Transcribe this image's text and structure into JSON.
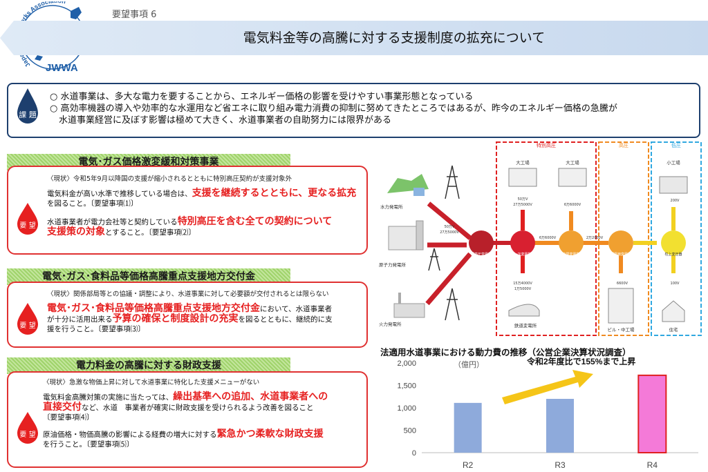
{
  "header": {
    "logo_text": "JWWA",
    "logo_arc_text": "Japan Water Works Association",
    "label": "要望事項 6",
    "title": "電気料金等の高騰に対する支援制度の拡充について"
  },
  "issue": {
    "badge": "課 題",
    "lines": [
      "○ 水道事業は、多大な電力を要することから、エネルギー価格の影響を受けやすい事業形態となっている",
      "○ 高効率機器の導入や効率的な水運用など省エネに取り組み電力消費の抑制に努めてきたところではあるが、昨今のエネルギー価格の急騰が",
      "　水道事業経営に及ぼす影響は極めて大きく、水道事業者の自助努力には限界がある"
    ]
  },
  "badges": {
    "request": "要 望"
  },
  "section1": {
    "header": "電気･ガス価格激変緩和対策事業",
    "status": "〈現状〉令和5年9月以降国の支援が縮小されるとともに特別高圧契約が支援対象外",
    "r1_pre": "電気料金が高い水準で推移している場合は、",
    "r1_hl": "支援を継続するとともに、更なる拡充",
    "r1_post": "を図ること。〔要望事項⑴〕",
    "r2_pre": "水道事業者が電力会社等と契約している",
    "r2_hl1": "特別高圧を含む全ての契約について",
    "r2_hl2": "支援策の対象",
    "r2_post": "とすること。〔要望事項⑵〕"
  },
  "section2": {
    "header": "電気･ガス･食料品等価格高騰重点支援地方交付金",
    "status": "〈現状〉関係部局等との協議・調整により、水道事業に対して必要額が交付されるとは限らない",
    "hl1": "電気･ガス･食料品等価格高騰重点支援地方交付金",
    "t1": "において、水道事業者",
    "t2": "が十分に活用出来る",
    "hl2": "予算の確保と制度設計の充実",
    "t3": "を図るとともに、継続的に支",
    "t4": "援を行うこと。〔要望事項⑶〕"
  },
  "section3": {
    "header": "電力料金の高騰に対する財政支援",
    "status": "〈現状〉急激な物価上昇に対して水道事業に特化した支援メニューがない",
    "r1_pre": "電気料金高騰対策の実施に当たっては、",
    "r1_hl1": "繰出基準への追加、水道事業者への",
    "r1_hl2": "直接交付",
    "r1_mid": "など、水道　事業者が確実に財政支援を受けられるよう改善を図ること",
    "r1_post": "〔要望事項⑷〕",
    "r2_pre": "原油価格・物価高騰の影響による経費の増大に対する",
    "r2_hl": "緊急かつ柔軟な財政支援",
    "r2_post": "を行うこと。〔要望事項⑸〕"
  },
  "diagram": {
    "zones": [
      "特別高圧",
      "高圧",
      "低圧"
    ],
    "sources": [
      "水力発電所",
      "原子力発電所",
      "火力発電所"
    ],
    "targets": [
      "大工場",
      "大工場",
      "鉄道変電所",
      "ビル・中工場",
      "小工場",
      "住宅"
    ],
    "stations": [
      "超高圧変電所",
      "一次変電所",
      "中間変電所",
      "配電用変電所",
      "柱上変圧器"
    ],
    "voltages": [
      "50万V",
      "27万5000V",
      "15万4000V",
      "6万6000V",
      "2万2000V",
      "1万5000V",
      "6万6000V",
      "6600V",
      "200V",
      "100V",
      "50万V",
      "27万5000V"
    ]
  },
  "chart_data": {
    "type": "bar",
    "title": "法適用水道事業における動力費の推移（公営企業決算状況調査）",
    "ylabel": "（億円）",
    "annotation": "令和2年度比で155%まで上昇",
    "categories": [
      "R2",
      "R3",
      "R4"
    ],
    "values": [
      1110,
      1200,
      1725
    ],
    "colors": [
      "#8eaadb",
      "#8eaadb",
      "#f47ad8"
    ],
    "yticks": [
      "0",
      "500",
      "1,000",
      "1,500",
      "2,000"
    ],
    "ylim": [
      0,
      2000
    ]
  }
}
